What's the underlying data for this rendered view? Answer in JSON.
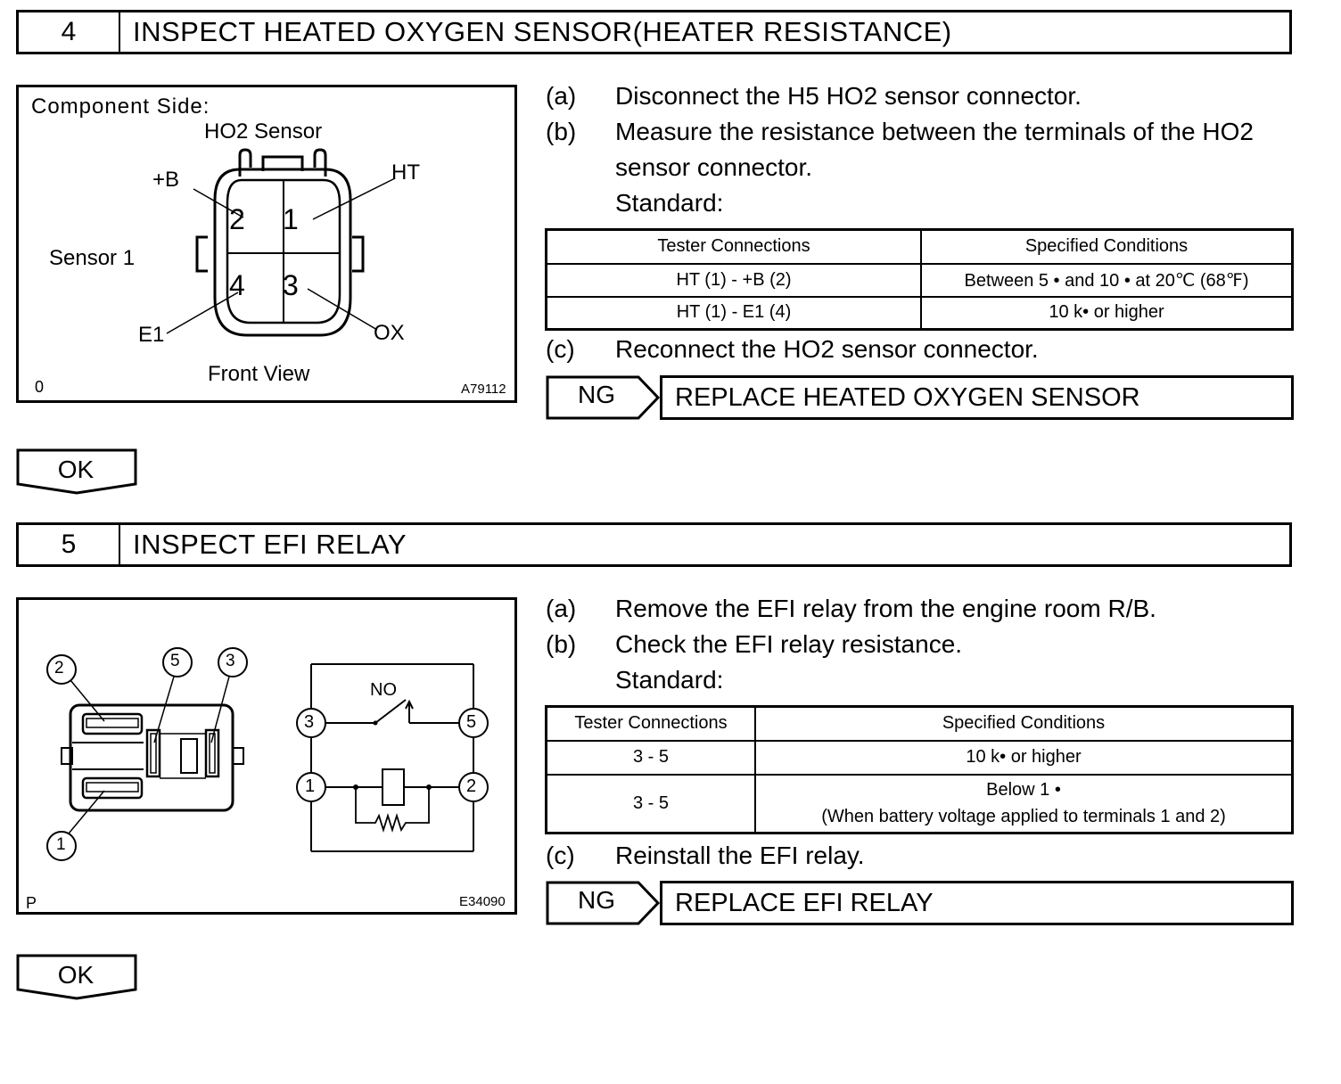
{
  "step4": {
    "number": "4",
    "title": "INSPECT HEATED OXYGEN SENSOR(HEATER RESISTANCE)",
    "figure": {
      "component_side": "Component Side:",
      "sensor_name": "HO2 Sensor",
      "sensor_label": "Sensor 1",
      "pin_b": "+B",
      "pin_ht": "HT",
      "pin_e1": "E1",
      "pin_ox": "OX",
      "t2": "2",
      "t1": "1",
      "t4": "4",
      "t3": "3",
      "view": "Front View",
      "corner": "0",
      "code": "A79112"
    },
    "steps": [
      {
        "mark": "(a)",
        "text": "Disconnect the H5 HO2 sensor connector."
      },
      {
        "mark": "(b)",
        "text": "Measure the resistance between the terminals of the HO2"
      },
      {
        "mark": "",
        "text": "sensor connector."
      },
      {
        "mark": "",
        "text": "Standard:"
      }
    ],
    "table": {
      "headers": [
        "Tester Connections",
        "Specified Conditions"
      ],
      "rows": [
        [
          "HT (1) - +B (2)",
          "Between 5 •  and 10 •  at 20℃ (68℉)"
        ],
        [
          "HT (1) - E1 (4)",
          "10 k•  or higher"
        ]
      ]
    },
    "step_c": {
      "mark": "(c)",
      "text": "Reconnect the HO2 sensor connector."
    },
    "ng": {
      "label": "NG",
      "action": "REPLACE HEATED OXYGEN SENSOR"
    },
    "ok": "OK"
  },
  "step5": {
    "number": "5",
    "title": "INSPECT EFI RELAY",
    "figure": {
      "c2": "2",
      "c5": "5",
      "c3": "3",
      "c1": "1",
      "no": "NO",
      "s3": "3",
      "s5": "5",
      "s1": "1",
      "s2": "2",
      "corner": "P",
      "code": "E34090"
    },
    "steps": [
      {
        "mark": "(a)",
        "text": "Remove the EFI relay from the engine room R/B."
      },
      {
        "mark": "(b)",
        "text": "Check the EFI relay resistance."
      },
      {
        "mark": "",
        "text": "Standard:"
      }
    ],
    "table": {
      "headers": [
        "Tester Connections",
        "Specified Conditions"
      ],
      "rows": [
        [
          "3 - 5",
          "10 k•  or higher"
        ],
        [
          "3 - 5",
          "Below 1 •",
          "(When battery voltage applied to terminals 1 and 2)"
        ]
      ]
    },
    "step_c": {
      "mark": "(c)",
      "text": "Reinstall the EFI relay."
    },
    "ng": {
      "label": "NG",
      "action": "REPLACE EFI RELAY"
    },
    "ok": "OK"
  }
}
